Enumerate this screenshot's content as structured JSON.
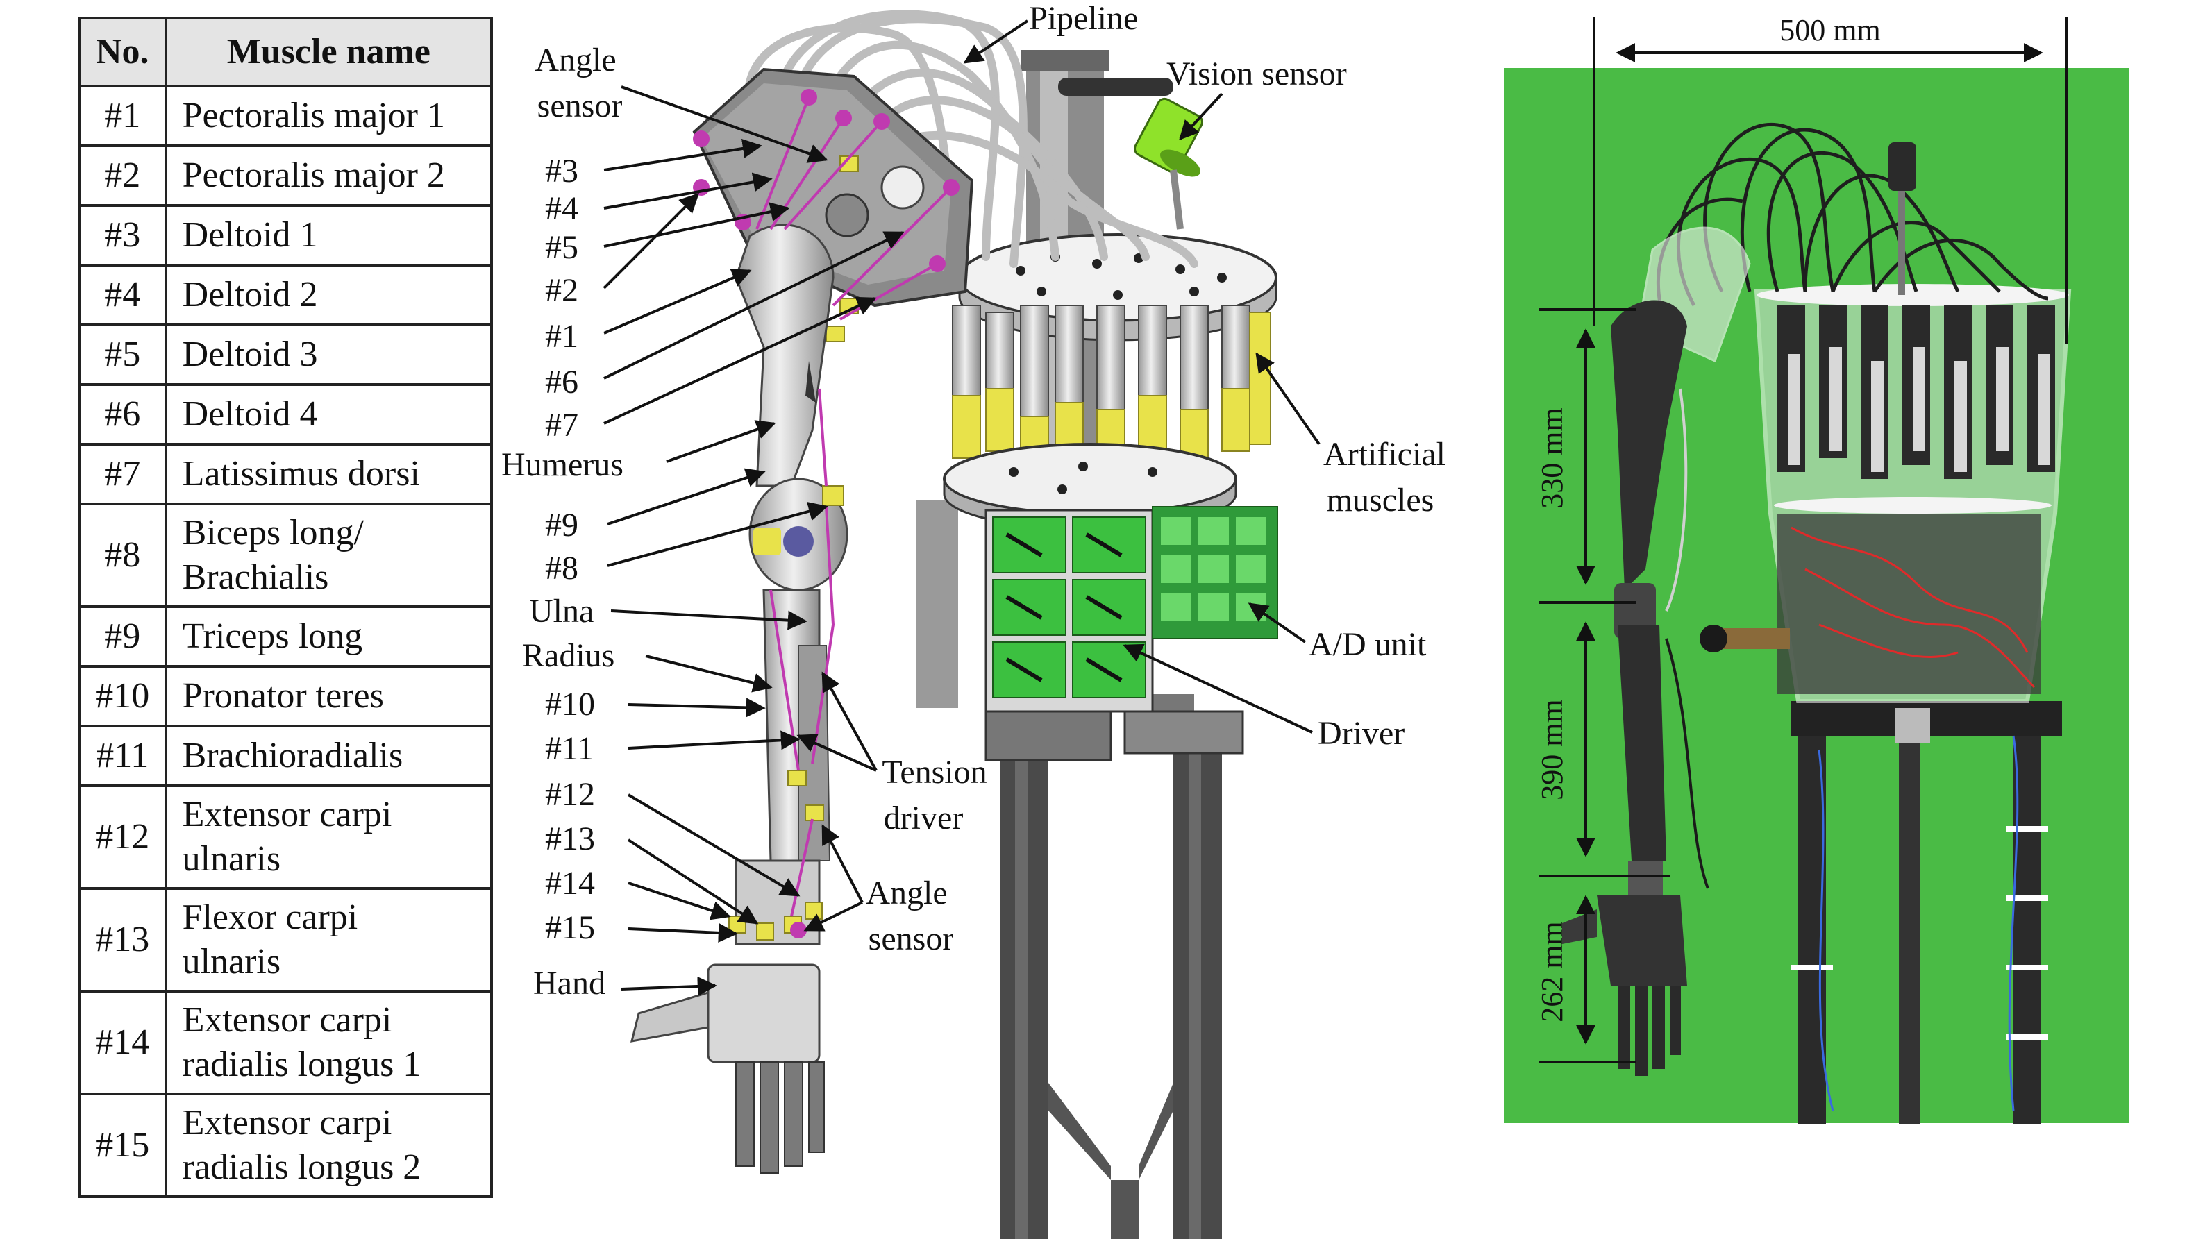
{
  "table": {
    "headers": {
      "no": "No.",
      "name": "Muscle name"
    },
    "rows": [
      {
        "no": "#1",
        "lines": [
          "Pectoralis major 1"
        ]
      },
      {
        "no": "#2",
        "lines": [
          "Pectoralis major 2"
        ]
      },
      {
        "no": "#3",
        "lines": [
          "Deltoid 1"
        ]
      },
      {
        "no": "#4",
        "lines": [
          "Deltoid 2"
        ]
      },
      {
        "no": "#5",
        "lines": [
          "Deltoid 3"
        ]
      },
      {
        "no": "#6",
        "lines": [
          "Deltoid 4"
        ]
      },
      {
        "no": "#7",
        "lines": [
          "Latissimus dorsi"
        ]
      },
      {
        "no": "#8",
        "lines": [
          "Biceps long/",
          "Brachialis"
        ]
      },
      {
        "no": "#9",
        "lines": [
          "Triceps long"
        ]
      },
      {
        "no": "#10",
        "lines": [
          "Pronator teres"
        ]
      },
      {
        "no": "#11",
        "lines": [
          "Brachioradialis"
        ]
      },
      {
        "no": "#12",
        "lines": [
          "Extensor carpi",
          "ulnaris"
        ]
      },
      {
        "no": "#13",
        "lines": [
          "Flexor carpi",
          "ulnaris"
        ]
      },
      {
        "no": "#14",
        "lines": [
          "Extensor carpi",
          "radialis longus 1"
        ]
      },
      {
        "no": "#15",
        "lines": [
          "Extensor carpi",
          "radialis longus 2"
        ]
      }
    ]
  },
  "cad_labels": {
    "pipeline": "Pipeline",
    "vision_sensor": "Vision sensor",
    "angle_sensor_top": [
      "Angle",
      "sensor"
    ],
    "muscle_ids_upper": [
      "#3",
      "#4",
      "#5",
      "#2",
      "#1",
      "#6",
      "#7"
    ],
    "humerus": "Humerus",
    "muscle_ids_mid": [
      "#9",
      "#8"
    ],
    "ulna": "Ulna",
    "radius": "Radius",
    "muscle_ids_lower": [
      "#10",
      "#11",
      "#12",
      "#13",
      "#14",
      "#15"
    ],
    "hand": "Hand",
    "tension_driver": [
      "Tension",
      "driver"
    ],
    "angle_sensor_bottom": [
      "Angle",
      "sensor"
    ],
    "artificial_muscles": [
      "Artificial",
      "muscles"
    ],
    "ad_unit": "A/D unit",
    "driver": "Driver"
  },
  "photo_dims": {
    "width": "500 mm",
    "upper_arm": "330 mm",
    "forearm": "390 mm",
    "hand": "262 mm"
  },
  "colors": {
    "photo_background": "#4fc24a",
    "muscle_yellow": "#e8e24a",
    "vision_sensor": "#8fe22a",
    "joint_magenta": "#c03ab0",
    "driver_green": "#3cc040",
    "frame_dark": "#3a3a3a"
  }
}
